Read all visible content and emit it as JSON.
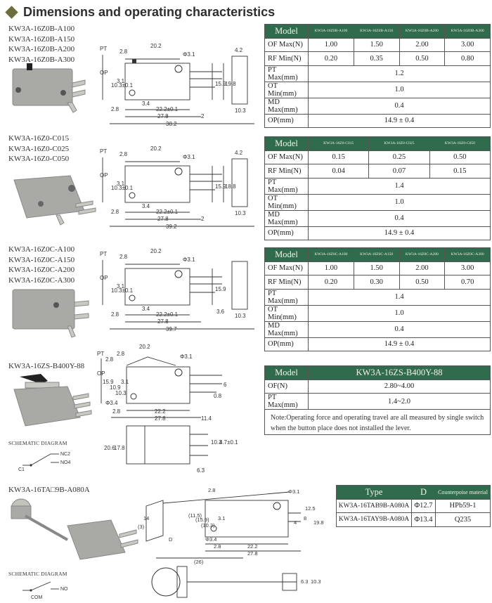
{
  "title": "Dimensions and operating characteristics",
  "sections": [
    {
      "models": [
        "KW3A-16Z0B-A100",
        "KW3A-16Z0B-A150",
        "KW3A-16Z0B-A200",
        "KW3A-16Z0B-A300"
      ],
      "dims": {
        "pt": "PT",
        "op": "OP",
        "top": "20.2",
        "hole": "Φ3.1",
        "left": "2.8",
        "side_top": "4.2",
        "v1": "10.3±0.1",
        "v2": "3.1",
        "h1": "15.9",
        "h2": "19.8",
        "b1": "3.4",
        "b2": "22.2±0.1",
        "b3": "27.8",
        "b4": "38.2",
        "b5": "2",
        "b6": "2.8",
        "side_bottom": "10.3"
      },
      "table": {
        "header": [
          "Model",
          "KW3A-16Z0B-A100",
          "KW3A-16Z0B-A150",
          "KW3A-16Z0B-A200",
          "KW3A-16Z0B-A300"
        ],
        "rows": [
          {
            "label": "OF Max(N)",
            "values": [
              "1.00",
              "1.50",
              "2.00",
              "3.00"
            ]
          },
          {
            "label": "RF Min(N)",
            "values": [
              "0.20",
              "0.35",
              "0.50",
              "0.80"
            ]
          }
        ],
        "span_rows": [
          {
            "label": "PT Max(mm)",
            "value": "1.2"
          },
          {
            "label": "OT Min(mm)",
            "value": "1.0"
          },
          {
            "label": "MD Max(mm)",
            "value": "0.4"
          },
          {
            "label": "OP(mm)",
            "value": "14.9 ± 0.4"
          }
        ]
      }
    },
    {
      "models": [
        "KW3A-16Z0-C015",
        "KW3A-16Z0-C025",
        "KW3A-16Z0-C050"
      ],
      "dims": {
        "pt": "PT",
        "op": "OP",
        "top": "20.2",
        "hole": "Φ3.1",
        "left": "2.8",
        "side_top": "4.2",
        "v1": "10.3±0.1",
        "v2": "3.1",
        "h1": "15.9",
        "h2": "18.8",
        "b1": "3.4",
        "b2": "22.2±0.1",
        "b3": "27.8",
        "b4": "39.2",
        "b5": "2",
        "b6": "2.8",
        "side_bottom": "10.3"
      },
      "table": {
        "header": [
          "Model",
          "KW3A-16Z0-C015",
          "KW3A-16Z0-C025",
          "KW3A-16Z0-C050"
        ],
        "rows": [
          {
            "label": "OF Max(N)",
            "values": [
              "0.15",
              "0.25",
              "0.50"
            ]
          },
          {
            "label": "RF Min(N)",
            "values": [
              "0.04",
              "0.07",
              "0.15"
            ]
          }
        ],
        "span_rows": [
          {
            "label": "PT Max(mm)",
            "value": "1.4"
          },
          {
            "label": "OT Min(mm)",
            "value": "1.0"
          },
          {
            "label": "MD Max(mm)",
            "value": "0.4"
          },
          {
            "label": "OP(mm)",
            "value": "14.9 ± 0.4"
          }
        ]
      }
    },
    {
      "models": [
        "KW3A-16Z0C-A100",
        "KW3A-16Z0C-A150",
        "KW3A-16Z0C-A200",
        "KW3A-16Z0C-A300"
      ],
      "dims": {
        "pt": "PT",
        "op": "OP",
        "top": "20.2",
        "hole": "Φ3.1",
        "left": "2.8",
        "side_top": "",
        "v1": "10.3±0.1",
        "v2": "3.1",
        "h1": "15.9",
        "h2": "3.6",
        "b1": "3.4",
        "b2": "22.2±0.1",
        "b3": "27.8",
        "b4": "39.7",
        "b5": "",
        "b6": "2.8",
        "side_bottom": "10.3"
      },
      "table": {
        "header": [
          "Model",
          "KW3A-16Z0C-A100",
          "KW3A-16Z0C-A150",
          "KW3A-16Z0C-A200",
          "KW3A-16Z0C-A300"
        ],
        "rows": [
          {
            "label": "OF Max(N)",
            "values": [
              "1.00",
              "1.50",
              "2.00",
              "3.00"
            ]
          },
          {
            "label": "RF Min(N)",
            "values": [
              "0.20",
              "0.30",
              "0.50",
              "0.70"
            ]
          }
        ],
        "span_rows": [
          {
            "label": "PT Max(mm)",
            "value": "1.4"
          },
          {
            "label": "OT Min(mm)",
            "value": "1.0"
          },
          {
            "label": "MD Max(mm)",
            "value": "0.4"
          },
          {
            "label": "OP(mm)",
            "value": "14.9 ± 0.4"
          }
        ]
      }
    }
  ],
  "section4": {
    "model": "KW3A-16ZS-B400Y-88",
    "schematic_label": "SCHEMATIC DIAGRAM",
    "pins": {
      "a": "NC2",
      "b": "NO4",
      "c": "C1"
    },
    "dims": {
      "top": "20.2",
      "hole": "Φ3.1",
      "pt": "PT",
      "op": "OP",
      "a": "2.8",
      "b": "2.8",
      "c": "15.9",
      "d": "10.9",
      "e": "10.3",
      "f": "3.1",
      "g": "Φ3.4",
      "h": "2.8",
      "i": "22.2",
      "j": "27.8",
      "k": "11.4",
      "l": "6",
      "m": "0.8",
      "n": "20.6",
      "o": "17.8",
      "p": "10.3",
      "q": "4.7±0.1",
      "r": "6.3"
    },
    "table": {
      "header": [
        "Model",
        "KW3A-16ZS-B400Y-88"
      ],
      "rows": [
        {
          "label": "OF(N)",
          "value": "2.80~4.00"
        },
        {
          "label": "PT Max(mm)",
          "value": "1.4~2.0"
        }
      ],
      "note": "Note:Operating force and operating travel are all measured by single switch when the button place does not installed the lever."
    }
  },
  "section5": {
    "model": "KW3A-16TA□9B-A080A",
    "schematic_label": "SCHEMATIC DIAGRAM",
    "pins": {
      "a": "COM",
      "b": "NO"
    },
    "dims": {
      "a": "2.8",
      "b": "Φ3.1",
      "c": "(11.5)",
      "d": "(15.9)",
      "e": "(10.3)",
      "f": "3.1",
      "g": "(3)",
      "h": "14",
      "i": "D",
      "j": "Φ3.4",
      "k": "2.8",
      "l": "22.2",
      "m": "27.8",
      "n": "(26)",
      "o": "12.5",
      "p": "8",
      "q": "4",
      "r": "19.8",
      "s": "6.3",
      "t": "10.3"
    },
    "table": {
      "header": [
        "Type",
        "D",
        "Counterpoise material"
      ],
      "rows": [
        [
          "KW3A-16TAB9B-A080A",
          "Φ12.7",
          "HPb59-1"
        ],
        [
          "KW3A-16TAY9B-A080A",
          "Φ13.4",
          "Q235"
        ]
      ]
    }
  },
  "colors": {
    "header_bg": "#2f6b4c",
    "diamond": "#6b6e3a",
    "switch_body": "#a9aaa6"
  }
}
